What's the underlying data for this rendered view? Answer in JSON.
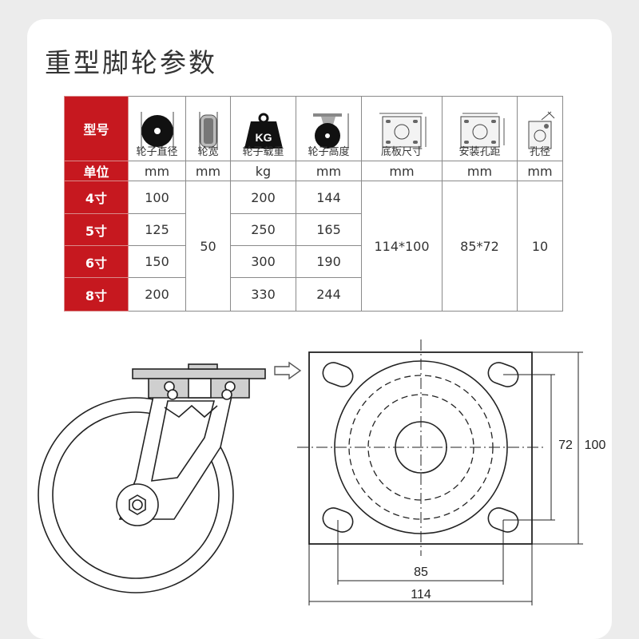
{
  "title": "重型脚轮参数",
  "table": {
    "model_header": "型号",
    "unit_header": "单位",
    "columns": [
      {
        "label": "轮子直径",
        "icon": "wheel-diameter-icon",
        "unit": "mm"
      },
      {
        "label": "轮宽",
        "icon": "wheel-width-icon",
        "unit": "mm"
      },
      {
        "label": "轮子载重",
        "icon": "kg-weight-icon",
        "unit": "kg"
      },
      {
        "label": "轮子高度",
        "icon": "caster-height-icon",
        "unit": "mm"
      },
      {
        "label": "底板尺寸",
        "icon": "base-plate-icon",
        "unit": "mm"
      },
      {
        "label": "安装孔距",
        "icon": "hole-spacing-icon",
        "unit": "mm"
      },
      {
        "label": "孔径",
        "icon": "hole-diameter-icon",
        "unit": "mm"
      }
    ],
    "kg_icon_text": "KG",
    "rows": [
      {
        "model": "4寸",
        "diameter": "100",
        "load": "200",
        "height": "144"
      },
      {
        "model": "5寸",
        "diameter": "125",
        "load": "250",
        "height": "165"
      },
      {
        "model": "6寸",
        "diameter": "150",
        "load": "300",
        "height": "190"
      },
      {
        "model": "8寸",
        "diameter": "200",
        "load": "330",
        "height": "244"
      }
    ],
    "shared": {
      "width": "50",
      "plate": "114*100",
      "hole_spacing": "85*72",
      "hole_diameter": "10"
    }
  },
  "dimensions": {
    "hole_spacing_x": "85",
    "plate_width": "114",
    "hole_spacing_y": "72",
    "plate_height": "100"
  },
  "colors": {
    "accent_red": "#c6181f",
    "line": "#222222"
  }
}
